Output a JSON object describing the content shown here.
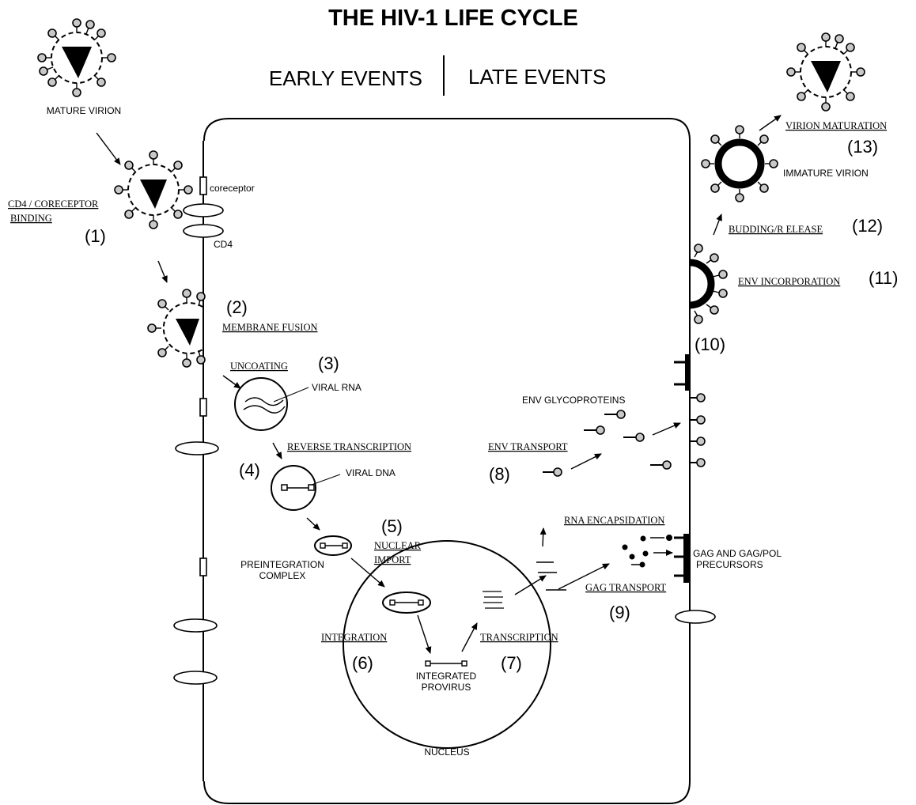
{
  "title": "THE HIV-1 LIFE CYCLE",
  "headers": {
    "early": "EARLY EVENTS",
    "late": "LATE EVENTS"
  },
  "labels": {
    "mature_virion": "MATURE VIRION",
    "coreceptor": "coreceptor",
    "cd4": "CD4",
    "viral_rna": "VIRAL RNA",
    "viral_dna": "VIRAL DNA",
    "preintegration_1": "PREINTEGRATION",
    "preintegration_2": "COMPLEX",
    "integrated_1": "INTEGRATED",
    "integrated_2": "PROVIRUS",
    "nucleus": "NUCLEUS",
    "env_glyco": "ENV GLYCOPROTEINS",
    "immature_virion": "IMMATURE VIRION",
    "gag_precursors_1": "GAG AND GAG/POL",
    "gag_precursors_2": "PRECURSORS"
  },
  "steps": {
    "s1_line1": "CD4 / CORECEPTOR",
    "s1_line2": "BINDING",
    "s1_num": "(1)",
    "s2_label": "MEMBRANE FUSION",
    "s2_num": "(2)",
    "s3_label": "UNCOATING",
    "s3_num": "(3)",
    "s4_label": "REVERSE TRANSCRIPTION",
    "s4_num": "(4)",
    "s5_line1": "NUCLEAR",
    "s5_line2": "IMPORT",
    "s5_num": "(5)",
    "s6_label": "INTEGRATION",
    "s6_num": "(6)",
    "s7_label": "TRANSCRIPTION",
    "s7_num": "(7)",
    "s8_label": "ENV TRANSPORT",
    "s8_num": "(8)",
    "s9_label": "GAG TRANSPORT",
    "s9_num": "(9)",
    "s9b_label": "RNA ENCAPSIDATION",
    "s10_num": "(10)",
    "s11_label": "ENV INCORPORATION",
    "s11_num": "(11)",
    "s12_label": "BUDDING/R ELEASE",
    "s12_num": "(12)",
    "s13_label": "VIRION MATURATION",
    "s13_num": "(13)"
  }
}
